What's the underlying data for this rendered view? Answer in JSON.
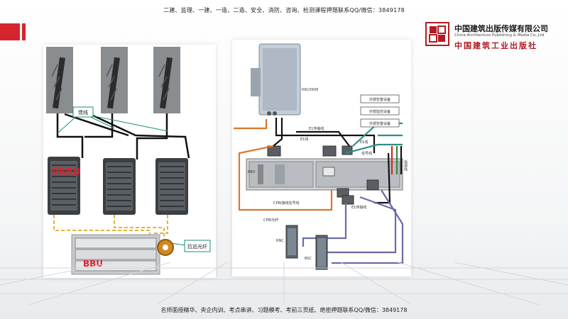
{
  "banner": {
    "top_text": "二建、监理、一建、一造、二造、安全、消防、咨询、检测课程押题联系QQ/微信：3849178",
    "bottom_text": "名师面授精华、央企内训、考点串讲、习题模考、考前三页纸、绝密押题联系QQ/微信：3849178"
  },
  "logo": {
    "name_cn": "中国建筑出版传媒有限公司",
    "name_en": "China Architecture Publishing & Media Co.,Ltd",
    "name_cn_brand": "中国建筑工业出版社"
  },
  "left_diagram": {
    "feeder_label": "馈线",
    "prru_label": "PRRU",
    "bbu_label": "BBU",
    "fiber_label": "拉远光纤"
  },
  "right_diagram": {
    "rru_label": "RRU3908",
    "e1_label_top": "E1传输线",
    "e1_label_mid": "E1线",
    "e1_label_mid2": "E1线",
    "signal_label": "信号线",
    "ext_labels": [
      "外部告警设备",
      "外部监控设备",
      "外部告警设备"
    ],
    "power_label": "电源线",
    "cpri_label": "CPRI接线信号线",
    "e1_bottom_label": "E1传输线",
    "cpri_fiber_label": "CPRI光纤",
    "rnc_label": "RNC",
    "bsc_label": "BSC",
    "bbu_small_label": "BBU"
  },
  "colors": {
    "accent_red": "#d6252c",
    "cable_black": "#111111",
    "cable_orange": "#d9762d",
    "cable_purple": "#6b6aa8",
    "cable_teal": "#2f8f86",
    "cable_yellow": "#e1b53a"
  }
}
